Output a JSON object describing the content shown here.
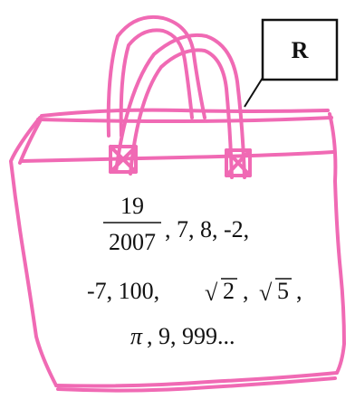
{
  "label": {
    "text": "R"
  },
  "fraction": {
    "numerator": "19",
    "denominator": "2007"
  },
  "lines": [
    ", 7, 8, -2,",
    "-7, 100,",
    ",",
    ",",
    ", 9, 999..."
  ],
  "radicands": [
    "2",
    "5"
  ],
  "symbols": {
    "pi": "π",
    "sqrt": "√"
  },
  "colors": {
    "bag": "#f06ab4",
    "ink": "#111111"
  }
}
